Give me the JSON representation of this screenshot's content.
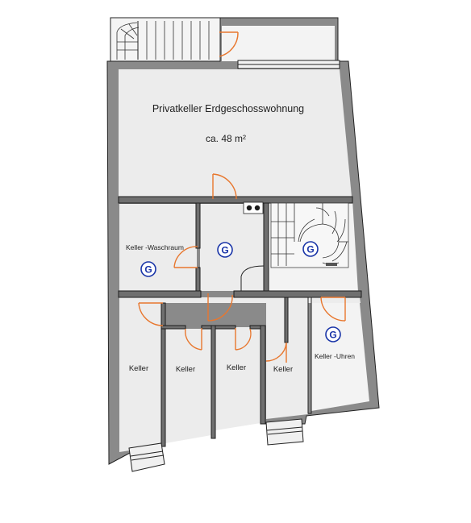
{
  "rooms": {
    "privatkeller_title": "Privatkeller Erdgeschosswohnung",
    "privatkeller_area": "ca. 48 m²",
    "waschraum": "Keller -Waschraum",
    "keller_1": "Keller",
    "keller_2": "Keller",
    "keller_3": "Keller",
    "keller_4": "Keller",
    "uhren": "Keller -Uhren"
  },
  "markers": {
    "g1": "G",
    "g2": "G",
    "g3": "G",
    "g4": "G"
  },
  "colors": {
    "wall": "#8a8a8a",
    "room": "#ececec",
    "door": "#e8772e",
    "marker": "#1a35a8"
  }
}
